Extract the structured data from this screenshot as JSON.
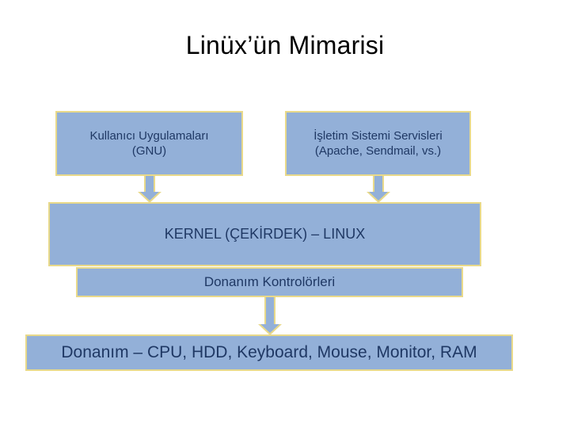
{
  "slide": {
    "title": "Linüx’ün Mimarisi",
    "background": "#ffffff",
    "colors": {
      "box_fill": "#93b0d8",
      "box_border": "#e8d98a",
      "box_text": "#1f3864",
      "title_text": "#000000"
    }
  },
  "diagram": {
    "layers": [
      {
        "id": "user-apps",
        "line1": "Kullanıcı Uygulamaları",
        "line2": "(GNU)",
        "text": "Kullanıcı Uygulamaları (GNU)"
      },
      {
        "id": "os-services",
        "line1": "İşletim Sistemi Servisleri",
        "line2": "(Apache, Sendmail, vs.)",
        "text": "İşletim Sistemi Servisleri (Apache, Sendmail, vs.)"
      },
      {
        "id": "kernel",
        "text": "KERNEL (ÇEKİRDEK) – LINUX"
      },
      {
        "id": "hardware-controllers",
        "text": "Donanım Kontrolörleri"
      },
      {
        "id": "hardware",
        "text": "Donanım – CPU, HDD, Keyboard, Mouse, Monitor, RAM"
      }
    ],
    "connectors": [
      {
        "id": "user-apps-to-kernel",
        "icon": "down-arrow-icon"
      },
      {
        "id": "os-services-to-kernel",
        "icon": "down-arrow-icon"
      },
      {
        "id": "hardware-controllers-to-hardware",
        "icon": "down-arrow-icon"
      }
    ]
  }
}
